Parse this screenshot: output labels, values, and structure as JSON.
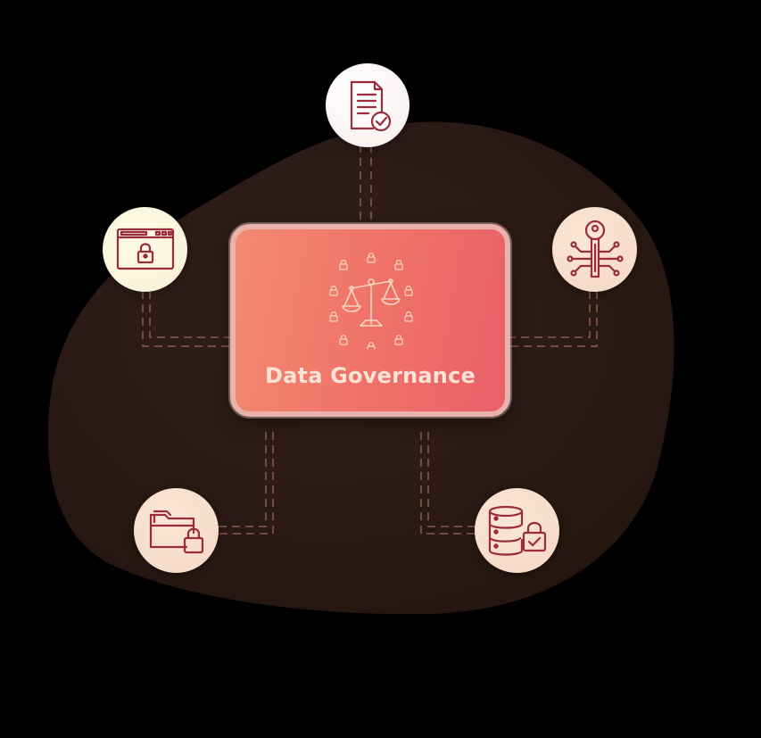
{
  "diagram": {
    "title": "Data Governance",
    "nodes": [
      {
        "id": "document-check",
        "icon": "document-check-icon"
      },
      {
        "id": "browser-lock",
        "icon": "browser-lock-icon"
      },
      {
        "id": "key-circuit",
        "icon": "key-circuit-icon"
      },
      {
        "id": "folder-lock",
        "icon": "folder-lock-icon"
      },
      {
        "id": "database-lock",
        "icon": "database-lock-icon"
      }
    ],
    "center_icon": "scale-of-justice-icon",
    "colors": {
      "background": "#000000",
      "blob": "#2e1c19",
      "card_gradient_start": "#f38a70",
      "card_gradient_end": "#e9606a",
      "card_border": "#e9b2ab",
      "title_text": "#fbe3d6",
      "icon_stroke": "#9b2c3c",
      "connector": "#8d5a52",
      "node_warm": "#f7dcc8",
      "node_light": "#fbf6df"
    }
  }
}
